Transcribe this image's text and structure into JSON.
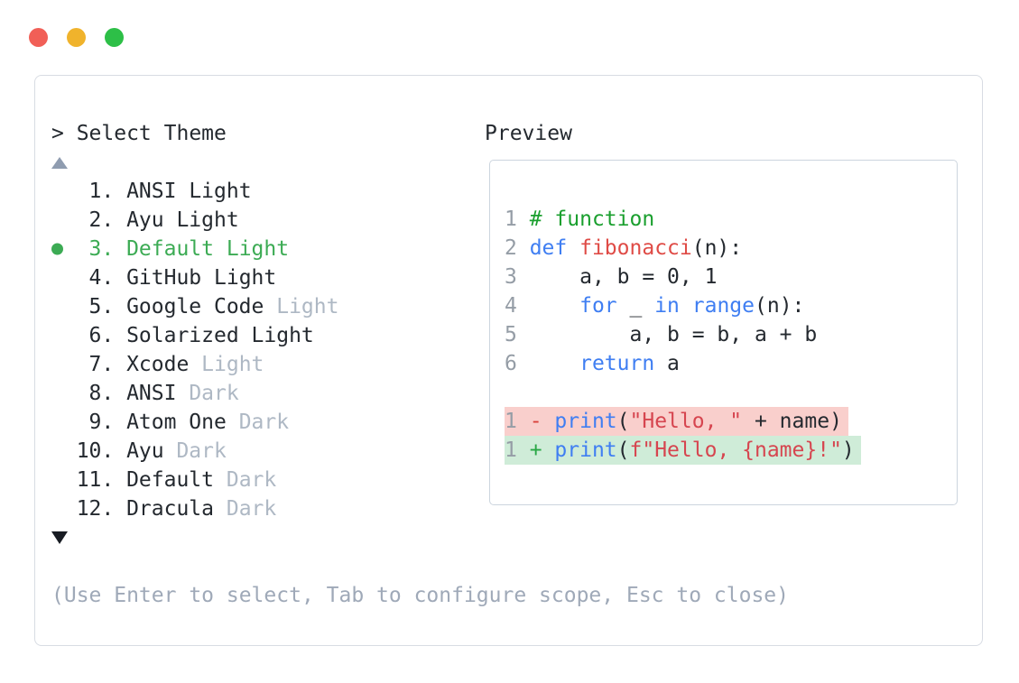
{
  "colors": {
    "text": "#24292f",
    "muted_variant": "#aeb8c4",
    "help_text": "#9fa9b8",
    "line_number": "#959da6",
    "selected_green": "#3cab54",
    "comment_green": "#1a9f2e",
    "keyword_blue": "#3f7ef2",
    "function_red": "#df4b46",
    "string_red": "#d6454f",
    "diff_minus_red": "#d9403a",
    "diff_plus_green": "#28a745",
    "removed_bg": "#f9cfcc",
    "added_bg": "#cfecd8",
    "panel_border": "#d8dce3",
    "preview_border": "#ccd5de",
    "up_arrow_color": "#8f9cb0",
    "down_arrow_color": "#181c23",
    "dot_red": "#f15f57",
    "dot_yellow": "#f0b32c",
    "dot_green": "#2dbf47"
  },
  "prompt": {
    "label": "> Select Theme"
  },
  "preview": {
    "label": "Preview"
  },
  "help": {
    "text": "(Use Enter to select, Tab to configure scope, Esc to close)"
  },
  "theme_list": {
    "items": [
      {
        "number": "1.",
        "name": "ANSI",
        "variant": "Light",
        "variant_muted": false,
        "selected": false
      },
      {
        "number": "2.",
        "name": "Ayu",
        "variant": "Light",
        "variant_muted": false,
        "selected": false
      },
      {
        "number": "3.",
        "name": "Default",
        "variant": "Light",
        "variant_muted": false,
        "selected": true
      },
      {
        "number": "4.",
        "name": "GitHub",
        "variant": "Light",
        "variant_muted": false,
        "selected": false
      },
      {
        "number": "5.",
        "name": "Google Code",
        "variant": "Light",
        "variant_muted": true,
        "selected": false
      },
      {
        "number": "6.",
        "name": "Solarized",
        "variant": "Light",
        "variant_muted": false,
        "selected": false
      },
      {
        "number": "7.",
        "name": "Xcode",
        "variant": "Light",
        "variant_muted": true,
        "selected": false
      },
      {
        "number": "8.",
        "name": "ANSI",
        "variant": "Dark",
        "variant_muted": true,
        "selected": false
      },
      {
        "number": "9.",
        "name": "Atom One",
        "variant": "Dark",
        "variant_muted": true,
        "selected": false
      },
      {
        "number": "10.",
        "name": "Ayu",
        "variant": "Dark",
        "variant_muted": true,
        "selected": false
      },
      {
        "number": "11.",
        "name": "Default",
        "variant": "Dark",
        "variant_muted": true,
        "selected": false
      },
      {
        "number": "12.",
        "name": "Dracula",
        "variant": "Dark",
        "variant_muted": true,
        "selected": false
      }
    ]
  },
  "code": {
    "lines": [
      {
        "num": "1",
        "diff": null,
        "tokens": [
          [
            "comment",
            "# function"
          ]
        ]
      },
      {
        "num": "2",
        "diff": null,
        "tokens": [
          [
            "kw",
            "def"
          ],
          [
            "plain",
            " "
          ],
          [
            "fn",
            "fibonacci"
          ],
          [
            "plain",
            "(n):"
          ]
        ]
      },
      {
        "num": "3",
        "diff": null,
        "tokens": [
          [
            "plain",
            "    a, b = 0, 1"
          ]
        ]
      },
      {
        "num": "4",
        "diff": null,
        "tokens": [
          [
            "plain",
            "    "
          ],
          [
            "kw",
            "for"
          ],
          [
            "plain",
            " _ "
          ],
          [
            "kw",
            "in"
          ],
          [
            "plain",
            " "
          ],
          [
            "kw",
            "range"
          ],
          [
            "plain",
            "(n):"
          ]
        ]
      },
      {
        "num": "5",
        "diff": null,
        "tokens": [
          [
            "plain",
            "        a, b = b, a + b"
          ]
        ]
      },
      {
        "num": "6",
        "diff": null,
        "tokens": [
          [
            "plain",
            "    "
          ],
          [
            "kw",
            "return"
          ],
          [
            "plain",
            " a"
          ]
        ]
      },
      {
        "num": "",
        "diff": null,
        "tokens": []
      },
      {
        "num": "1",
        "diff": "removed",
        "tokens": [
          [
            "del",
            "- "
          ],
          [
            "kw",
            "print"
          ],
          [
            "plain",
            "("
          ],
          [
            "str",
            "\"Hello, \""
          ],
          [
            "plain",
            " + name)"
          ]
        ]
      },
      {
        "num": "1",
        "diff": "added",
        "tokens": [
          [
            "add",
            "+ "
          ],
          [
            "kw",
            "print"
          ],
          [
            "plain",
            "("
          ],
          [
            "str",
            "f\"Hello, {name}!\""
          ],
          [
            "plain",
            ")"
          ]
        ]
      }
    ]
  }
}
